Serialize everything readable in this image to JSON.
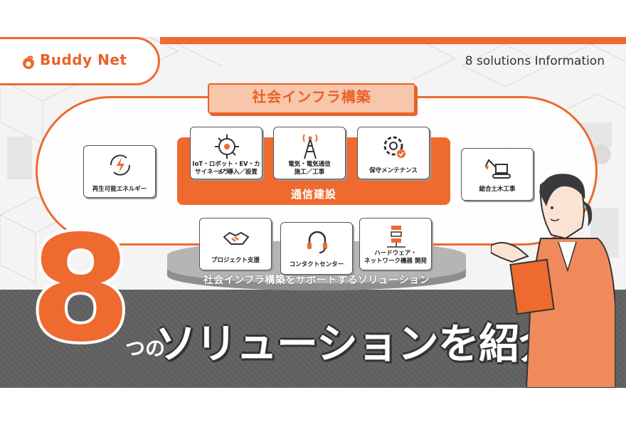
{
  "brand": {
    "name": "Buddy Net",
    "accent": "#ee6a2f"
  },
  "header": {
    "info": "8 solutions Information"
  },
  "infra": {
    "title": "社会インフラ構築",
    "group_label": "通信建設",
    "cards": {
      "renewable": "再生可能エネルギー",
      "iot_line1": "IoT・ロボット・EV・カメラ・",
      "iot_line2": "サイネージ 導入／設置",
      "telecom_line1": "電気・電気通信",
      "telecom_line2": "施工／工事",
      "maintenance": "保守メンテナンス",
      "civil": "総合土木工事"
    }
  },
  "support": {
    "label": "社会インフラ構築をサポートするソリューション",
    "cards": {
      "project": "プロジェクト支援",
      "contact": "コンタクトセンター",
      "hw_line1": "ハードウェア・",
      "hw_line2": "ネットワーク機器 開発"
    }
  },
  "headline": {
    "number": "8",
    "particle": "つの",
    "text": "ソリューションを紹介"
  },
  "icons": [
    "lightning-cycle-icon",
    "chip-icon",
    "antenna-tower-icon",
    "gear-check-icon",
    "excavator-icon",
    "handshake-icon",
    "headset-icon",
    "server-network-icon"
  ]
}
